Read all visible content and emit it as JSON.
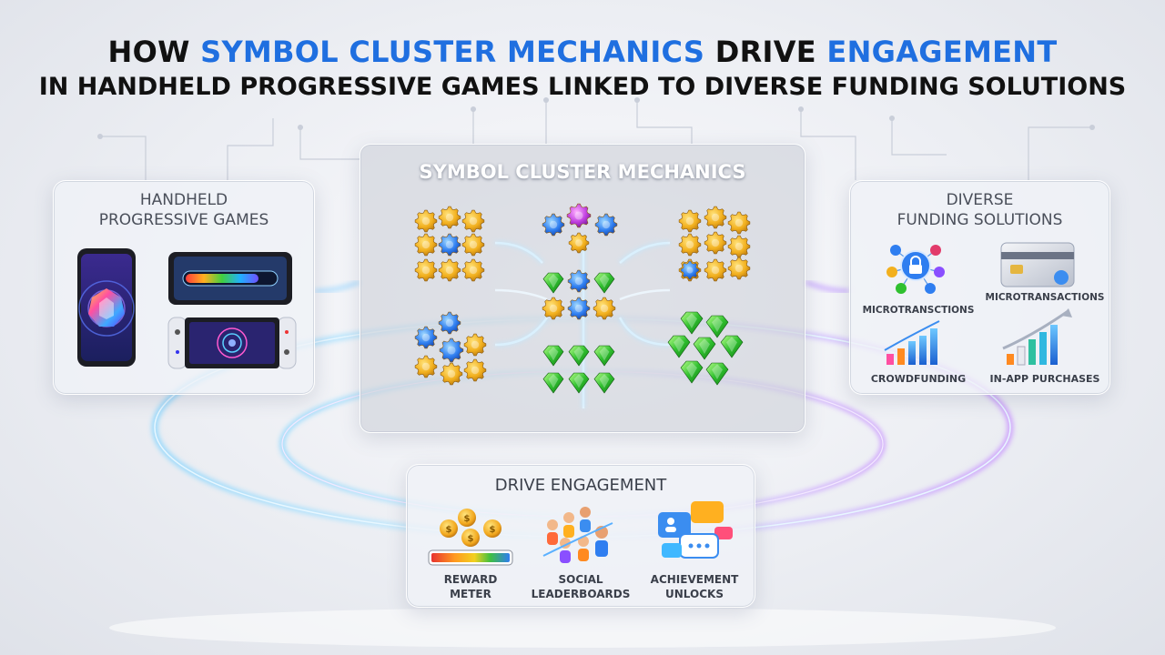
{
  "title": {
    "line1_part1": "HOW ",
    "line1_part2": "SYMBOL CLUSTER MECHANICS",
    "line1_part3": " DRIVE ",
    "line1_part4": "ENGAGEMENT",
    "line2": "IN HANDHELD PROGRESSIVE GAMES LINKED TO DIVERSE FUNDING SOLUTIONS"
  },
  "left_panel": {
    "title_line1": "HANDHELD",
    "title_line2": "PROGRESSIVE GAMES"
  },
  "center_panel": {
    "title": "SYMBOL CLUSTER MECHANICS"
  },
  "right_panel": {
    "title_line1": "DIVERSE",
    "title_line2": "FUNDING SOLUTIONS",
    "items": [
      {
        "label": "MICROTRANSCTIONS",
        "icon": "lock-network-icon"
      },
      {
        "label": "MICROTRANSACTIONS",
        "icon": "credit-card-icon"
      },
      {
        "label": "CROWDFUNDING",
        "icon": "bar-chart-icon"
      },
      {
        "label": "IN-APP PURCHASES",
        "icon": "growth-chart-icon"
      }
    ]
  },
  "bottom_panel": {
    "title": "DRIVE ENGAGEMENT",
    "items": [
      {
        "line1": "REWARD",
        "line2": "METER",
        "icon": "coins-meter-icon"
      },
      {
        "line1": "SOCIAL",
        "line2": "LEADERBOARDS",
        "icon": "people-icon"
      },
      {
        "line1": "ACHIEVEMENT",
        "line2": "UNLOCKS",
        "icon": "chat-bubbles-icon"
      }
    ]
  },
  "colors": {
    "accent_blue": "#1f6fe0",
    "gear_gold": "#f2b01e",
    "gem_blue": "#2f7ef0",
    "gem_green": "#2fc02f",
    "gem_purple": "#c040e0",
    "flow_glow": "#9fd8ff"
  }
}
